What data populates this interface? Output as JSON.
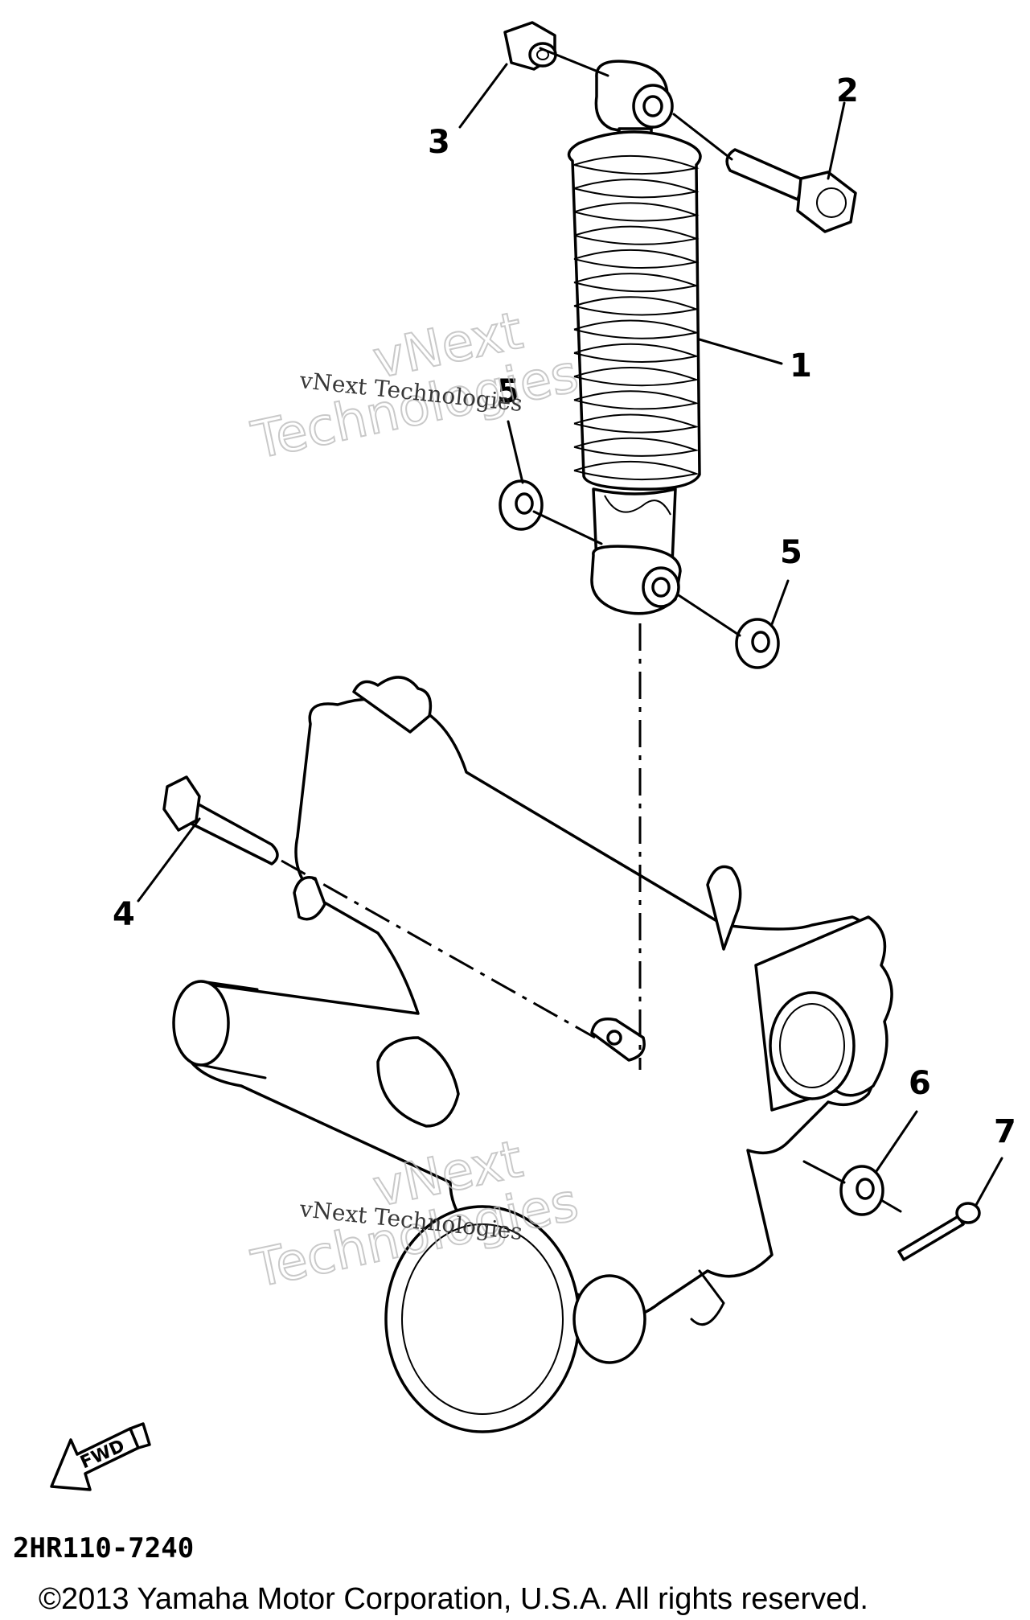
{
  "callouts": [
    "1",
    "2",
    "3",
    "4",
    "5",
    "5",
    "6",
    "7"
  ],
  "watermark": {
    "small": "vNext Technologies",
    "big_line1": "vNext",
    "big_line2": "Technologies"
  },
  "arrow_label": "FWD",
  "diagram_code": "2HR110-7240",
  "copyright": "©2013 Yamaha Motor Corporation, U.S.A. All rights reserved."
}
